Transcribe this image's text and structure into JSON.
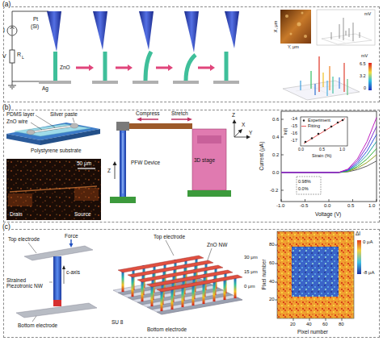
{
  "diagram": {
    "nodes": [
      {
        "text": [
          "(a)"
        ]
      },
      {
        "text": [
          "(b)"
        ]
      },
      {
        "text": [
          "(c)"
        ]
      }
    ],
    "labels": [
      "I",
      "V",
      "R",
      "L",
      "Pt",
      "(Si)",
      "ZnO",
      "Ag",
      "X, μm",
      "Y, μm",
      "mV",
      "mV",
      "6.5",
      "3.2",
      "0",
      "Silver paste",
      "PDMS layer",
      "ZnO wire",
      "Polystyrene substrate",
      "50 μm",
      "Drain",
      "Source",
      "Compress",
      "Stretch",
      "PFW Device",
      "Z",
      "3D stage",
      "Z",
      "X",
      "Y",
      "Current (μA)",
      "0.6",
      "0.4",
      "0.2",
      "0.0",
      "-0.2",
      "-1.0",
      "-0.5",
      "0.0",
      "0.5",
      "1.0",
      "Voltage (V)",
      "ln|I|",
      "-14",
      "-15",
      "-16",
      "-17",
      "0.0",
      "0.5",
      "1.0",
      "Strain (%)",
      "0.98%",
      "0.0%",
      "Top electrode",
      "Force",
      "c-axis",
      "Strained Piezotronic NW",
      "Bottom electrode",
      "Top electrode",
      "ZnO NW",
      "SU 8",
      "Bottom electrode",
      "30 μm",
      "15 μm",
      "0 μm",
      "ΔI",
      "0 μA",
      "-8 μA",
      "20",
      "40",
      "60",
      "80",
      "20",
      "40",
      "60",
      "80",
      "Pixel number",
      "Pixel number"
    ],
    "legend": [
      {
        "text": "Experiment"
      },
      {
        "text": "Fitting"
      }
    ]
  }
}
